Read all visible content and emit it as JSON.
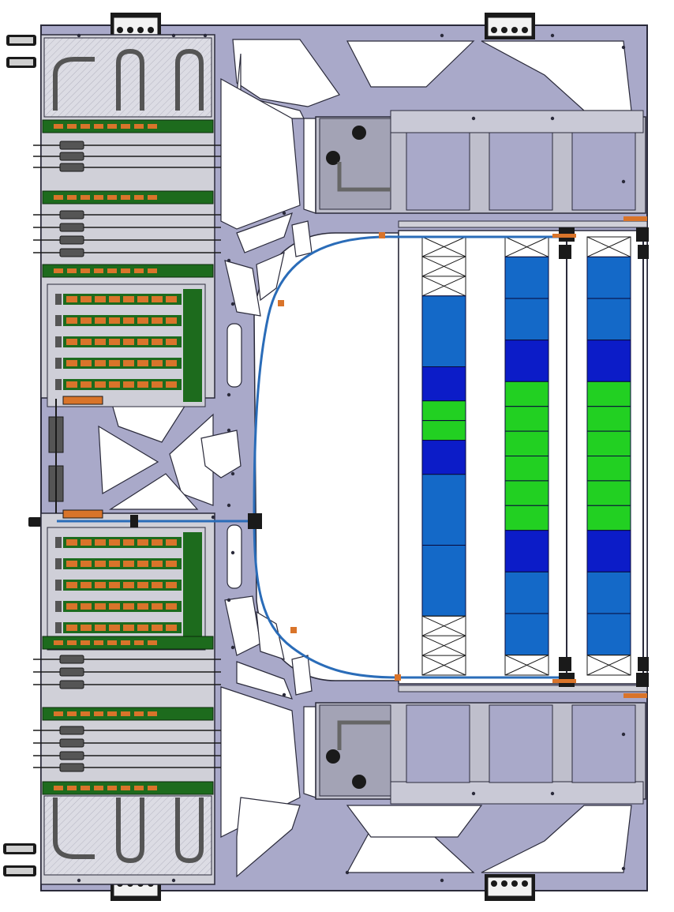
{
  "colors": {
    "frame": "#a9a9c9",
    "frame_edge": "#2a2a3a",
    "panel": "#bfbfcc",
    "panel_light": "#d6d6de",
    "board_green": "#1d6b1d",
    "chip_orange": "#d9742a",
    "hatch": "#e6e6ea",
    "sensor_light_blue": "#1469c8",
    "sensor_dark_blue": "#0c1cc8",
    "sensor_green": "#22d022",
    "tube_blue": "#2a6cb8",
    "connector_dark": "#1a1a1a",
    "white": "#ffffff"
  },
  "icons": {
    "mount_block": "connector-block-icon",
    "fitting": "pipe-fitting-icon",
    "screw": "screw-head-icon"
  },
  "sensor_columns": [
    {
      "segments": [
        "truss",
        "light",
        "dark",
        "green",
        "green",
        "dark",
        "light",
        "light",
        "truss"
      ]
    },
    {
      "segments": [
        "truss-small",
        "light",
        "light",
        "dark",
        "green",
        "green",
        "green",
        "green",
        "green",
        "green",
        "dark",
        "light",
        "light",
        "truss-small"
      ]
    },
    {
      "segments": [
        "truss-small",
        "light",
        "light",
        "dark",
        "green",
        "green",
        "green",
        "green",
        "green",
        "green",
        "dark",
        "light",
        "light",
        "truss-small"
      ]
    }
  ],
  "chip_rows": {
    "upper_group": 5,
    "lower_group": 5
  }
}
